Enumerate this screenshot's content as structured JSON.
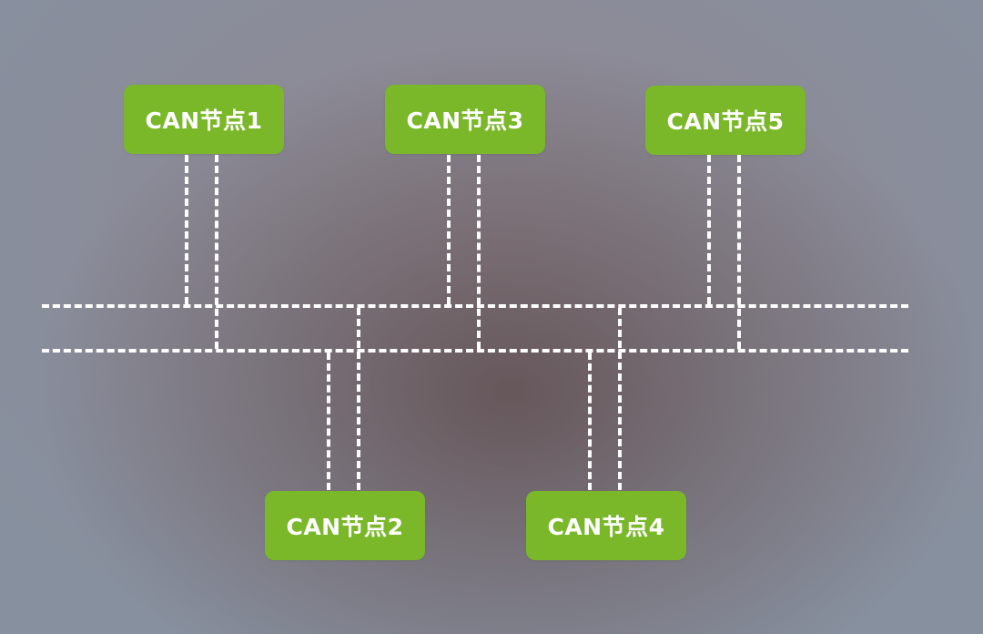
{
  "diagram": {
    "bus_color": "#ffffff",
    "node_color": "#7ab82a",
    "nodes": [
      {
        "label": "CAN节点1"
      },
      {
        "label": "CAN节点2"
      },
      {
        "label": "CAN节点3"
      },
      {
        "label": "CAN节点4"
      },
      {
        "label": "CAN节点5"
      }
    ]
  }
}
